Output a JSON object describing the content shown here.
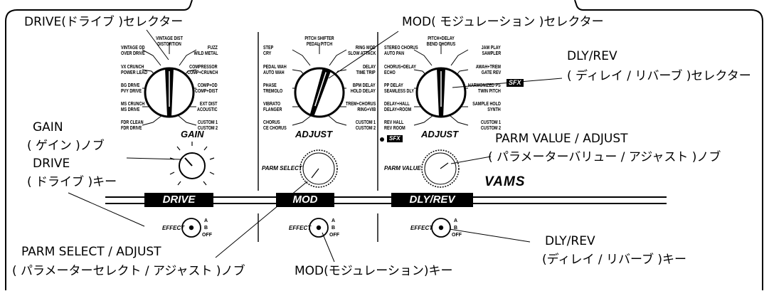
{
  "callouts": {
    "drive_selector": "DRIVE(ドライブ )セレクター",
    "mod_selector": "MOD( モジュレーション )セレクター",
    "dlyrev_selector_line1": "DLY/REV",
    "dlyrev_selector_line2": "( ディレイ / リバーブ )セレクター",
    "gain_knob_line1": "GAIN",
    "gain_knob_line2": "( ゲイン )ノブ",
    "drive_key_line1": "DRIVE",
    "drive_key_line2": "( ドライブ )キー",
    "parm_value_line1": "PARM VALUE / ADJUST",
    "parm_value_line2": "( パラメーターバリュー / アジャスト )ノブ",
    "parm_select_line1": "PARM SELECT / ADJUST",
    "parm_select_line2": "( パラメーターセレクト / アジャスト )ノブ",
    "mod_key": "MOD(モジュレーション)キー",
    "dlyrev_key_line1": "DLY/REV",
    "dlyrev_key_line2": "(ディレイ / リバーブ )キー"
  },
  "drive_selector": {
    "top": [
      "VINTAGE DIST",
      "DISTORTION"
    ],
    "left": [
      [
        "VINTAGE OD",
        "OVER DRIVE"
      ],
      [
        "VX CRUNCH",
        "POWER LEAD"
      ],
      [
        "BG DRIVE",
        "PVY DRIVE"
      ],
      [
        "MS CRUNCH",
        "MS DRIVE"
      ],
      [
        "FDR CLEAN",
        "FDR DRIVE"
      ]
    ],
    "right": [
      [
        "FUZZ",
        "WILD METAL"
      ],
      [
        "COMPRESSOR",
        "COMP+CRUNCH"
      ],
      [
        "COMP+OD",
        "COMP+DIST"
      ],
      [
        "EXT DIST",
        "ACOUSTIC"
      ],
      [
        "CUSTOM 1",
        "CUSTOM 2"
      ]
    ]
  },
  "mod_selector": {
    "top": [
      "PITCH SHIFTER",
      "PEDAL PITCH"
    ],
    "left": [
      [
        "STEP",
        "CRY"
      ],
      [
        "PEDAL WAH",
        "AUTO WAH"
      ],
      [
        "PHASE",
        "TREMOLO"
      ],
      [
        "VIBRATO",
        "FLANGER"
      ],
      [
        "CHORUS",
        "CE CHORUS"
      ]
    ],
    "right": [
      [
        "RING MOD",
        "SLOW ATTACK"
      ],
      [
        "DELAY",
        "TIME TRIP"
      ],
      [
        "BPM DELAY",
        "HOLD DELAY"
      ],
      [
        "TREM+CHORUS",
        "RING+VIB"
      ],
      [
        "CUSTOM 1",
        "CUSTOM 2"
      ]
    ]
  },
  "dly_selector": {
    "top": [
      "PITCH+DELAY",
      "BEND CHORUS"
    ],
    "left": [
      [
        "STEREO CHORUS",
        "AUTO PAN"
      ],
      [
        "CHORUS+DELAY",
        "ECHO"
      ],
      [
        "PP DELAY",
        "SEAMLESS DLY"
      ],
      [
        "DELAY+HALL",
        "DELAY+ROOM"
      ],
      [
        "REV HALL",
        "REV ROOM"
      ]
    ],
    "right": [
      [
        "JAM PLAY",
        "SAMPLER"
      ],
      [
        "AWAH+TREM",
        "GATE REV"
      ],
      [
        "HARMONIZED PS",
        "TWIN PITCH"
      ],
      [
        "SAMPLE HOLD",
        "SYNTH"
      ],
      [
        "CUSTOM 1",
        "CUSTOM 2"
      ]
    ]
  },
  "panel": {
    "gain": "GAIN",
    "adjust_mod": "ADJUST",
    "adjust_dly": "ADJUST",
    "parm_select": "PARM SELECT",
    "parm_value": "PARM VALUE",
    "brand": "VAMS",
    "sfx_dly": "SFX",
    "sfx_small": "SFX",
    "band_drive": "DRIVE",
    "band_mod": "MOD",
    "band_dly": "DLY/REV",
    "effect": "EFFECT",
    "a": "A",
    "b": "B",
    "off": "OFF"
  }
}
